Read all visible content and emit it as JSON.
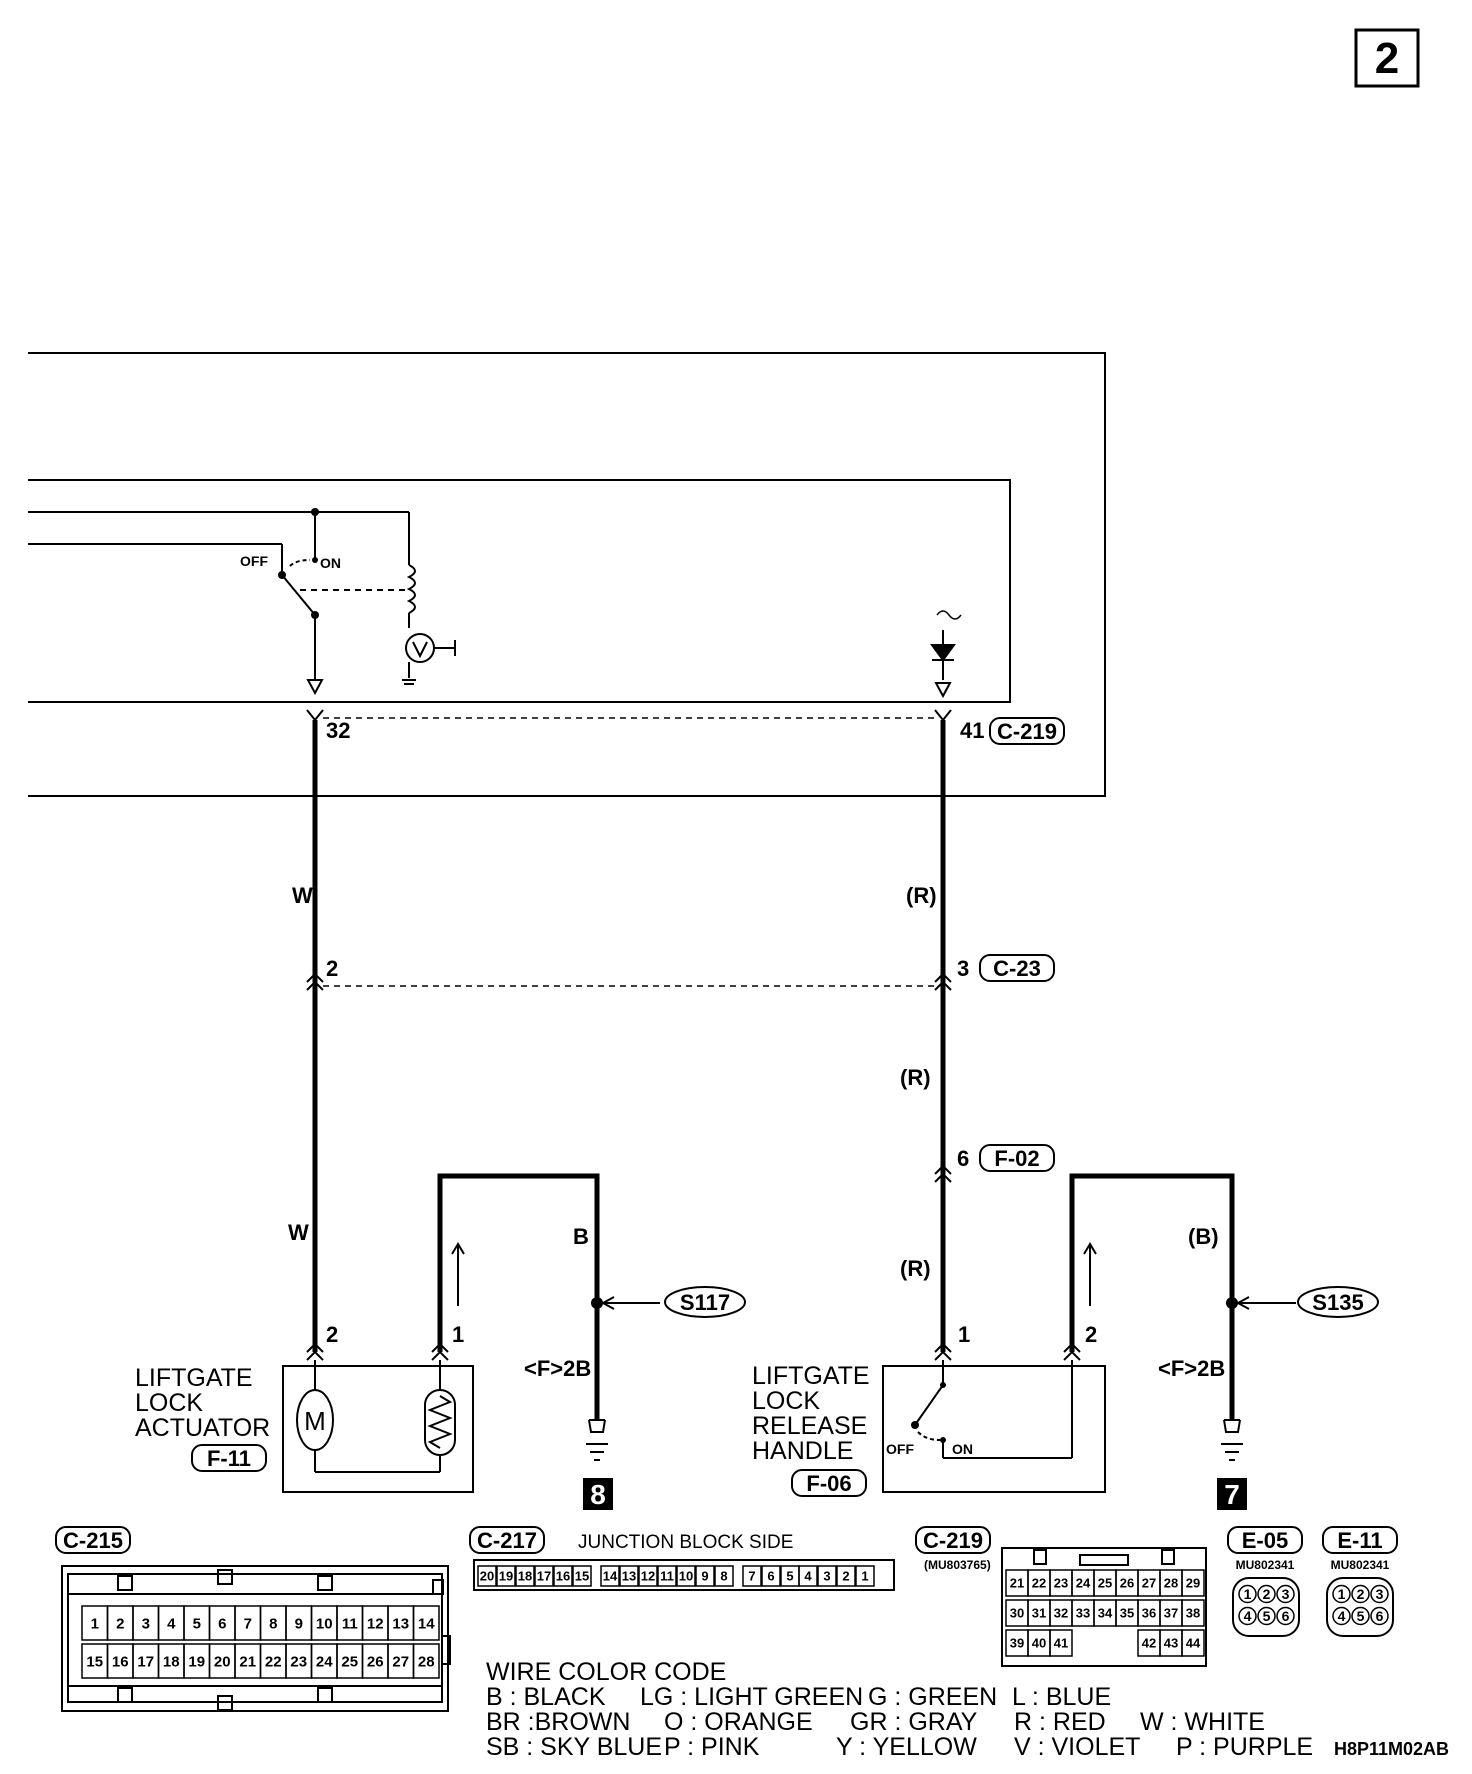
{
  "page_number": "2",
  "relay_switch": {
    "off": "OFF",
    "on": "ON"
  },
  "terminals": {
    "ecu_left": "32",
    "ecu_right": "41",
    "c23_left": "2",
    "c23_right": "3",
    "f02_right": "6",
    "actuator_pin2": "2",
    "actuator_pin1": "1",
    "handle_pin1": "1",
    "handle_pin2": "2"
  },
  "connectors": {
    "c219": "C-219",
    "c23": "C-23",
    "f02": "F-02",
    "f11": "F-11",
    "f06": "F-06",
    "c215": "C-215",
    "c217": "C-217",
    "e05": "E-05",
    "e11": "E-11"
  },
  "splices": {
    "s117": "S117",
    "s135": "S135"
  },
  "wire_colors": {
    "w_upper": "W",
    "w_lower": "W",
    "r_1": "(R)",
    "r_2": "(R)",
    "r_3": "(R)",
    "b_left": "B",
    "b_right": "(B)"
  },
  "grounds": {
    "left_ref": "<F>2B",
    "right_ref": "<F>2B",
    "left_num": "8",
    "right_num": "7"
  },
  "components": {
    "actuator": [
      "LIFTGATE",
      "LOCK",
      "ACTUATOR"
    ],
    "handle": [
      "LIFTGATE",
      "LOCK",
      "RELEASE",
      "HANDLE"
    ],
    "handle_off": "OFF",
    "handle_on": "ON"
  },
  "junction_block_side": "JUNCTION BLOCK SIDE",
  "part_numbers": {
    "c219": "(MU803765)",
    "e05": "MU802341",
    "e11": "MU802341"
  },
  "c215_pins": {
    "row1": [
      "1",
      "2",
      "3",
      "4",
      "5",
      "6",
      "7",
      "8",
      "9",
      "10",
      "11",
      "12",
      "13",
      "14"
    ],
    "row2": [
      "15",
      "16",
      "17",
      "18",
      "19",
      "20",
      "21",
      "22",
      "23",
      "24",
      "25",
      "26",
      "27",
      "28"
    ]
  },
  "c217_pins": [
    "20",
    "19",
    "18",
    "17",
    "16",
    "15",
    "14",
    "13",
    "12",
    "11",
    "10",
    "9",
    "8",
    "7",
    "6",
    "5",
    "4",
    "3",
    "2",
    "1"
  ],
  "c219_pins": {
    "row1": [
      "21",
      "22",
      "23",
      "24",
      "25",
      "26",
      "27",
      "28",
      "29"
    ],
    "row2": [
      "30",
      "31",
      "32",
      "33",
      "34",
      "35",
      "36",
      "37",
      "38"
    ],
    "row3": [
      "39",
      "40",
      "41",
      "",
      "",
      "",
      "42",
      "43",
      "44"
    ]
  },
  "e_pins": [
    "1",
    "2",
    "3",
    "4",
    "5",
    "6"
  ],
  "legend": {
    "title": "WIRE COLOR CODE",
    "line1": [
      "B : BLACK",
      "LG : LIGHT GREEN",
      "G : GREEN",
      "L : BLUE"
    ],
    "line2": [
      "BR :BROWN",
      "O : ORANGE",
      "GR : GRAY",
      "R : RED",
      "W : WHITE"
    ],
    "line3": [
      "SB : SKY BLUE",
      "P : PINK",
      "Y : YELLOW",
      "V : VIOLET",
      "P : PURPLE"
    ]
  },
  "figure_code": "H8P11M02AB"
}
